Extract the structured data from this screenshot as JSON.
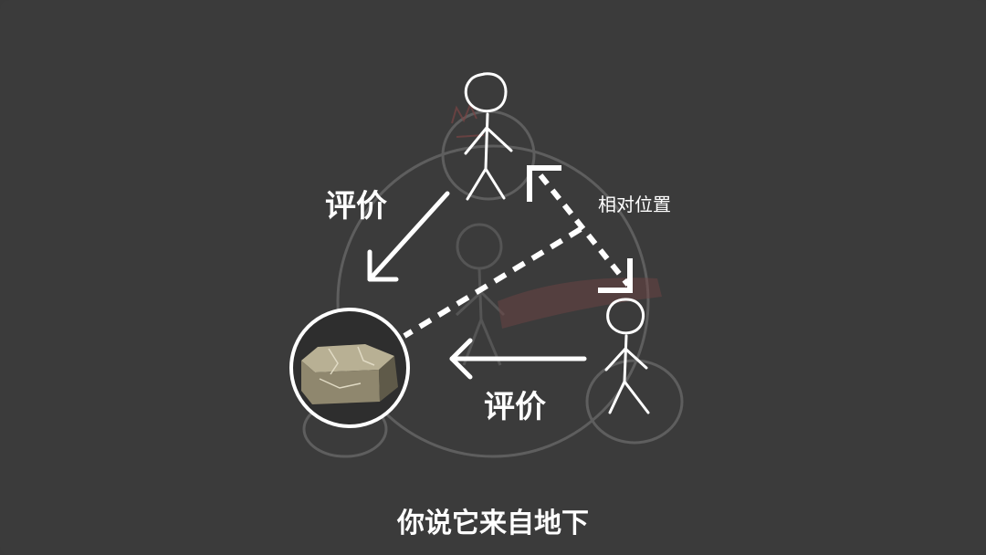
{
  "diagram": {
    "evaluation_label_top": "评价",
    "evaluation_label_bottom": "评价",
    "relative_position_label": "相对位置"
  },
  "caption": "你说它来自地下",
  "colors": {
    "background": "#3b3b3b",
    "foreground": "#ffffff",
    "faint_sketch": "#6a6a6a",
    "accent_red": "#8a4a4a"
  },
  "icons": {
    "person_top": "stick-figure",
    "person_right": "stick-figure",
    "object": "stone-brick"
  }
}
